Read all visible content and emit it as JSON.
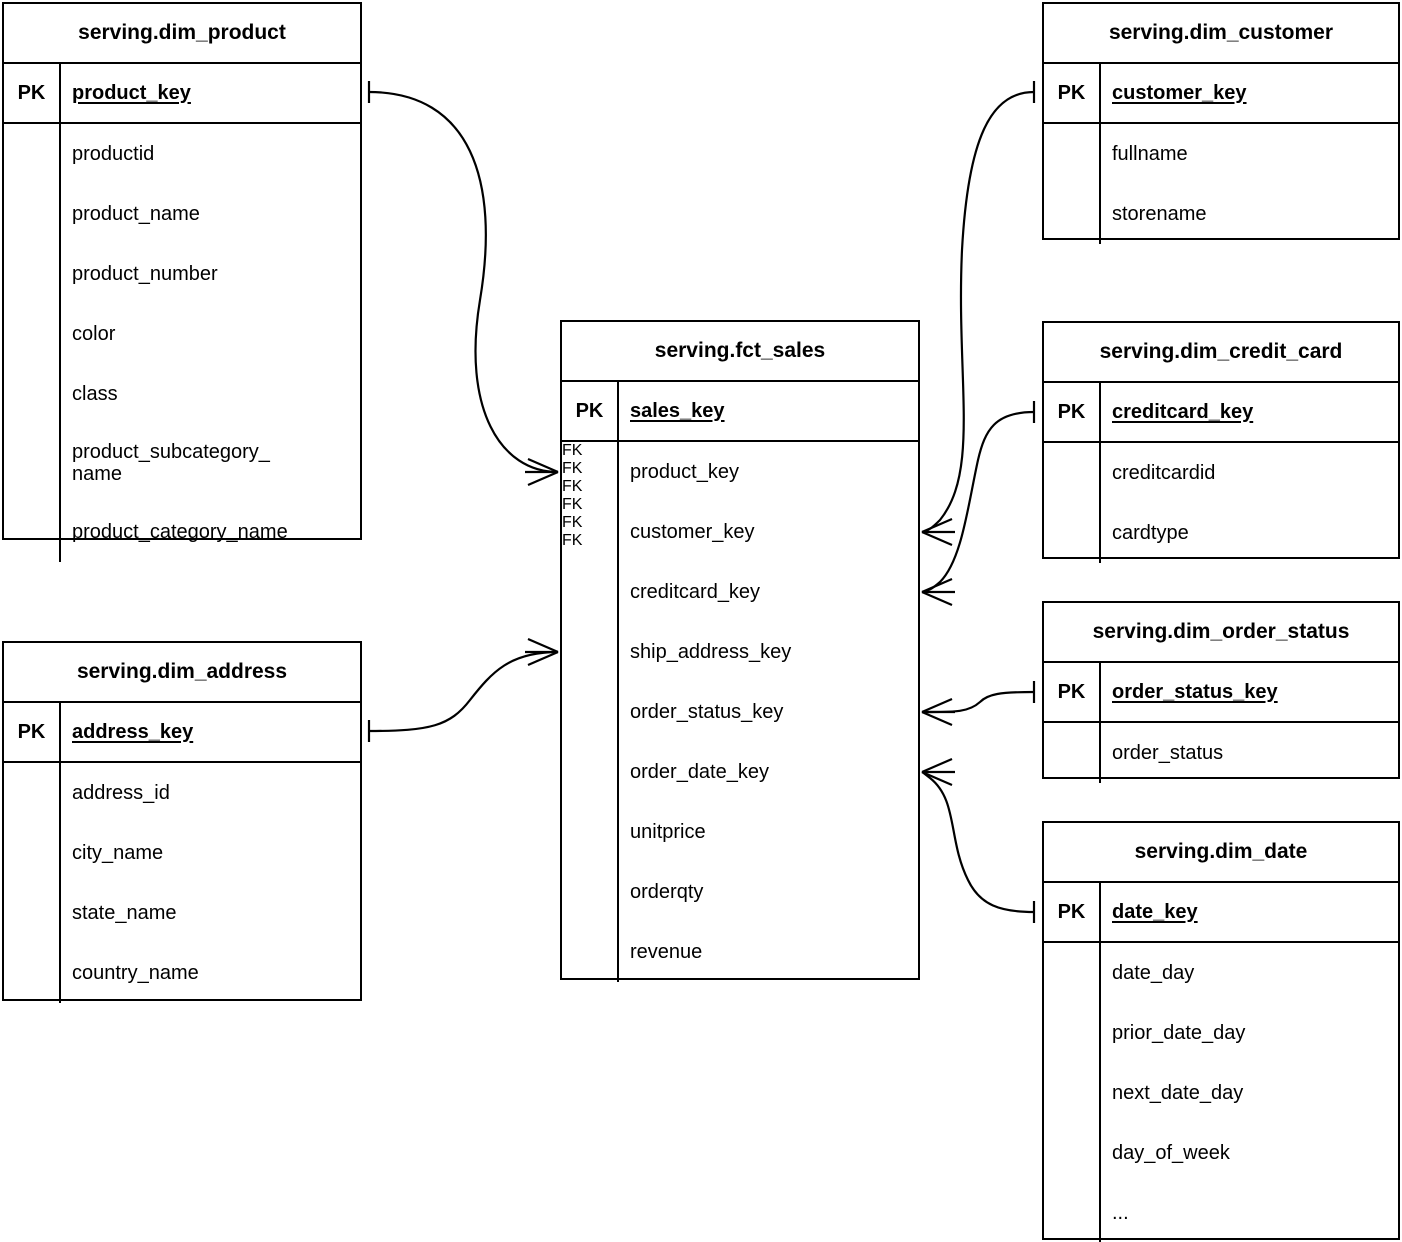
{
  "diagram": {
    "type": "entity-relationship-diagram",
    "notation": "crows-foot",
    "background_color": "#ffffff",
    "line_color": "#000000",
    "key_labels": {
      "primary": "PK",
      "foreign": "FK"
    }
  },
  "entities": {
    "dim_product": {
      "title": "serving.dim_product",
      "pk": {
        "key": "PK",
        "name": "product_key"
      },
      "attributes": [
        "productid",
        "product_name",
        "product_number",
        "color",
        "class",
        "product_subcategory_\nname",
        "product_category_name"
      ]
    },
    "dim_address": {
      "title": "serving.dim_address",
      "pk": {
        "key": "PK",
        "name": "address_key"
      },
      "attributes": [
        "address_id",
        "city_name",
        "state_name",
        "country_name"
      ]
    },
    "fct_sales": {
      "title": "serving.fct_sales",
      "pk": {
        "key": "PK",
        "name": "sales_key"
      },
      "foreign_keys": [
        {
          "key": "FK",
          "name": "product_key"
        },
        {
          "key": "FK",
          "name": "customer_key"
        },
        {
          "key": "FK",
          "name": "creditcard_key"
        },
        {
          "key": "FK",
          "name": "ship_address_key"
        },
        {
          "key": "FK",
          "name": "order_status_key"
        },
        {
          "key": "FK",
          "name": "order_date_key"
        }
      ],
      "measures": [
        "unitprice",
        "orderqty",
        "revenue"
      ]
    },
    "dim_customer": {
      "title": "serving.dim_customer",
      "pk": {
        "key": "PK",
        "name": "customer_key"
      },
      "attributes": [
        "fullname",
        "storename"
      ]
    },
    "dim_credit_card": {
      "title": "serving.dim_credit_card",
      "pk": {
        "key": "PK",
        "name": "creditcard_key"
      },
      "attributes": [
        "creditcardid",
        "cardtype"
      ]
    },
    "dim_order_status": {
      "title": "serving.dim_order_status",
      "pk": {
        "key": "PK",
        "name": "order_status_key"
      },
      "attributes": [
        "order_status"
      ]
    },
    "dim_date": {
      "title": "serving.dim_date",
      "pk": {
        "key": "PK",
        "name": "date_key"
      },
      "attributes": [
        "date_day",
        "prior_date_day",
        "next_date_day",
        "day_of_week",
        "..."
      ]
    }
  },
  "relationships": [
    {
      "from": "dim_product.product_key",
      "to": "fct_sales.product_key",
      "from_cardinality": "one",
      "to_cardinality": "many"
    },
    {
      "from": "dim_address.address_key",
      "to": "fct_sales.ship_address_key",
      "from_cardinality": "one",
      "to_cardinality": "many"
    },
    {
      "from": "dim_customer.customer_key",
      "to": "fct_sales.customer_key",
      "from_cardinality": "one",
      "to_cardinality": "many"
    },
    {
      "from": "dim_credit_card.creditcard_key",
      "to": "fct_sales.creditcard_key",
      "from_cardinality": "one",
      "to_cardinality": "many"
    },
    {
      "from": "dim_order_status.order_status_key",
      "to": "fct_sales.order_status_key",
      "from_cardinality": "one",
      "to_cardinality": "many"
    },
    {
      "from": "dim_date.date_key",
      "to": "fct_sales.order_date_key",
      "from_cardinality": "one",
      "to_cardinality": "many"
    }
  ]
}
